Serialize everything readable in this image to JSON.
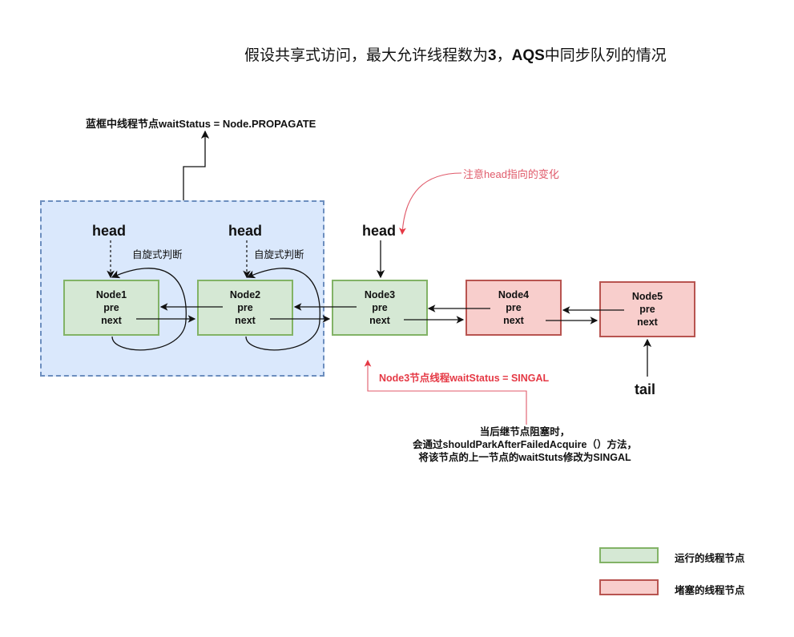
{
  "title": {
    "prefix": "假设共享式访问，最大允许线程数为",
    "num": "3",
    "sep": "，",
    "aqs": "AQS",
    "suffix": "中同步队列的情况"
  },
  "group_label": "蓝框中线程节点waitStatus =  Node.PROPAGATE",
  "note_head_change": "注意head指向的变化",
  "head_label": "head",
  "tail_label": "tail",
  "spin_label": "自旋式判断",
  "nodes": [
    {
      "name": "Node1",
      "pre": "pre",
      "next": "next",
      "state": "running"
    },
    {
      "name": "Node2",
      "pre": "pre",
      "next": "next",
      "state": "running"
    },
    {
      "name": "Node3",
      "pre": "pre",
      "next": "next",
      "state": "running"
    },
    {
      "name": "Node4",
      "pre": "pre",
      "next": "next",
      "state": "blocked"
    },
    {
      "name": "Node5",
      "pre": "pre",
      "next": "next",
      "state": "blocked"
    }
  ],
  "node3_status": "Node3节点线程waitStatus = SINGAL",
  "explanation": [
    "当后继节点阻塞时，",
    "会通过shouldParkAfterFailedAcquire（）方法，",
    "将该节点的上一节点的waitStuts修改为SINGAL"
  ],
  "legend": [
    {
      "label": "运行的线程节点",
      "color": "#d5e8d4",
      "border": "#82b366"
    },
    {
      "label": "堵塞的线程节点",
      "color": "#f8cecc",
      "border": "#b85450"
    }
  ],
  "colors": {
    "group_fill": "#dae8fc",
    "group_border": "#6c8ebf",
    "annotation_red": "#e53945"
  }
}
